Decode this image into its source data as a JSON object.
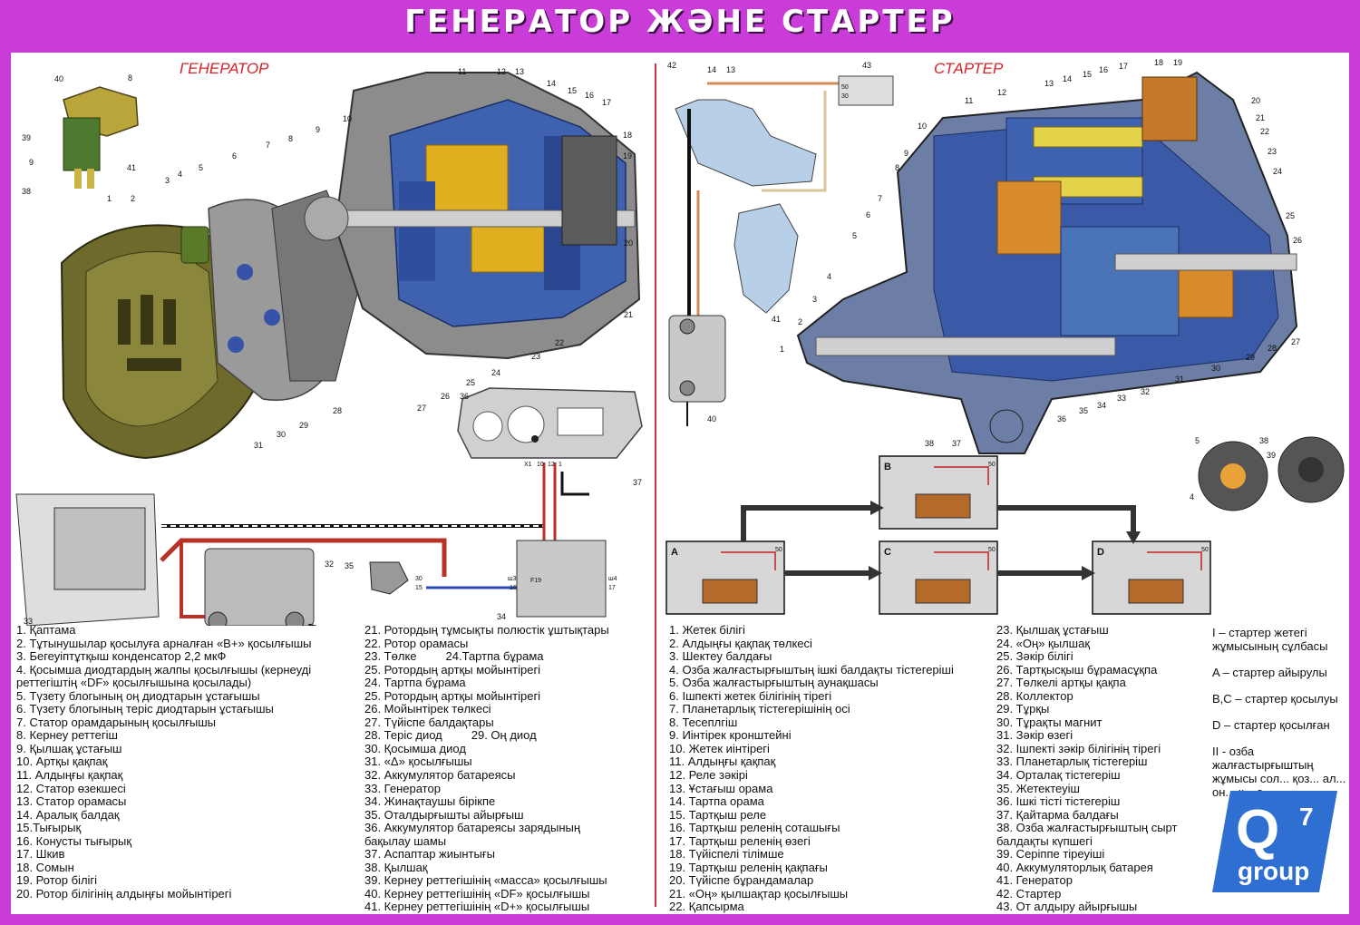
{
  "title": "ГЕНЕРАТОР ЖӘНЕ СТАРТЕР",
  "sections": {
    "generator": "ГЕНЕРАТОР",
    "starter": "СТАРТЕР"
  },
  "colors": {
    "frame": "#c93cd8",
    "accent": "#d4232b",
    "housing": "#3f62b0",
    "stator": "#2f4f9e",
    "winding": "#e1ae1f",
    "copper": "#d98b2b",
    "cover": "#6e6a2c",
    "wire_red": "#b83227"
  },
  "generator_legend": [
    "1.  Қаптама",
    "2.  Тұтынушылар қосылуға арналған «В+»  қосылғышы",
    "3.  Бегеуіптұтқыш конденсатор 2,2 мкФ",
    "4.  Қосымша диодтардың жалпы қосылғышы (кернеуді",
    "реттегіштің «DF» қосылғышына қосылады)",
    "5.  Түзету блогының оң диодтарын ұстағышы",
    "6.  Түзету блогының теріс диодтарын ұстағышы",
    "7.  Статор орамдарының қосылғышы",
    "8.  Кернеу реттегіш",
    "9.  Қылшақ ұстағыш",
    "10.  Артқы қақпақ",
    "11.  Алдыңғы қақпақ",
    "12.  Статор өзекшесі",
    "13.  Статор орамасы",
    "14.  Аралық балдақ",
    "15.Тығырық",
    "16.  Конусты тығырық",
    "17.  Шкив",
    "18.  Сомын",
    "19.  Ротор білігі",
    "20.  Ротор білігінің алдыңғы мойынтірегі"
  ],
  "generator_legend_2": [
    "21.  Ротордың тұмсықты полюстік ұштықтары",
    "22.  Ротор орамасы",
    "23.  Төлке",
    "25.  Ротордың артқы мойынтірегі",
    "24.  Тартпа бұрама",
    "25.  Ротордың артқы мойынтірегі",
    "26.  Мойынтірек төлкесі",
    "27.  Түйіспе балдақтары",
    "28.  Теріс диод",
    "30.  Қосымша диод",
    "31.  «Δ» қосылғышы",
    "32.  Аккумулятор батареясы",
    "33.  Генератор",
    "34.  Жинақтаушы бірікпе",
    "35.  Оталдырғышты айырғыш",
    "36.  Аккумулятор батареясы зарядының",
    "бақылау шамы",
    "37.  Аспаптар жиынтығы",
    "38.  Қылшақ",
    "39.  Кернеу реттегішінің «масса» қосылғышы",
    "40.  Кернеу реттегішінің «DF» қосылғышы",
    "41.  Кернеу реттегішінің «D+» қосылғышы"
  ],
  "generator_legend_inline": [
    "24.Тартпа бұрама",
    "29.  Оң диод"
  ],
  "starter_legend": [
    "1.  Жетек білігі",
    "2.  Алдыңғы қақпақ төлкесі",
    "3.  Шектеу балдағы",
    "4.  Озба жалғастырғыштың ішкі балдақты тістегеріші",
    "5.  Озба жалғастырғыштың аунақшасы",
    "6.  Ішпекті жетек білігінің тірегі",
    "7.  Планетарлық тістегерішінің осі",
    "8.  Тесеплгіш",
    "9.  Иінтірек кронштейні",
    "10.  Жетек иінтірегі",
    "11.   Алдыңғы қақпақ",
    "12.  Реле зәкірі",
    "13.  Ұстағыш орама",
    "14.  Тартпа орама",
    "15.  Тартқыш реле",
    "16.  Тартқыш реленің соташығы",
    "17.  Тартқыш реленің өзегі",
    "18.  Түйіспелі тілімше",
    "19.  Тартқыш реленің қақпағы",
    "20.  Түйіспе бұрандамалар",
    "21.  «Оң» қылшақтар қосылғышы",
    "22.  Қапсырма"
  ],
  "starter_legend_2": [
    "23.  Қылшақ ұстағыш",
    "24.  «Оң» қылшақ",
    "25.  Зәкір білігі",
    "26.  Тартқысқыш бұрамасұқпа",
    "27.  Төлкелі артқы қақпа",
    "28.  Коллектор",
    "29.  Тұрқы",
    "30.  Тұрақты магнит",
    "31.  Зәкір өзегі",
    "32.  Ішпекті зәкір білігінің тірегі",
    "33.  Планетарлық тістегеріш",
    "34.  Орталақ тістегеріш",
    "35.  Жетектеуіш",
    "36.  Ішкі тісті тістегеріш",
    "37.  Қайтарма балдағы",
    "38.  Озба жалғастырғыштың сырт",
    "балдақты күпшегі",
    "39.  Серіппе тіреуіші",
    "40.  Аккумуляторлық батарея",
    "41.  Генератор",
    "42.  Стартер",
    "43.  От алдыру айырғышы"
  ],
  "starter_notes": [
    "I – стартер жетегі жұмысының сұлбасы",
    "A – стартер айырулы",
    "B,C – стартер қосылуы",
    "D – стартер қосылған",
    "II - озба жалғастырғыштың жұмысы сол... қоз... ал... он... қ... а..."
  ],
  "plate_labels": {
    "a": "A",
    "b": "B",
    "c": "C",
    "d": "D"
  },
  "generator_callouts": [
    "1",
    "2",
    "3",
    "4",
    "5",
    "6",
    "7",
    "8",
    "9",
    "10",
    "11",
    "12",
    "13",
    "14",
    "15",
    "16",
    "17",
    "18",
    "19",
    "20",
    "21",
    "22",
    "23",
    "24",
    "25",
    "26",
    "27",
    "28",
    "29",
    "30",
    "31",
    "36",
    "37",
    "8",
    "9",
    "38",
    "39",
    "40",
    "41",
    "32",
    "33",
    "34",
    "35"
  ],
  "starter_callouts": [
    "1",
    "2",
    "3",
    "4",
    "5",
    "6",
    "7",
    "8",
    "9",
    "10",
    "11",
    "12",
    "13",
    "14",
    "15",
    "16",
    "17",
    "18",
    "19",
    "20",
    "21",
    "22",
    "23",
    "24",
    "25",
    "26",
    "27",
    "28",
    "29",
    "30",
    "31",
    "32",
    "33",
    "34",
    "35",
    "36",
    "37",
    "38",
    "42",
    "14",
    "13",
    "43",
    "41",
    "40",
    "5",
    "38",
    "39",
    "4"
  ],
  "wiring_labels": {
    "x1": "X1",
    "p10": "10",
    "p12": "12",
    "p1": "1",
    "pin30": "30",
    "pin15": "15",
    "pin16": "16",
    "pin17": "17",
    "pin50": "50",
    "ш3": "ш3",
    "ш4": "ш4",
    "f19": "F19"
  },
  "logo": {
    "letter": "Q",
    "number": "7",
    "word": "group"
  }
}
